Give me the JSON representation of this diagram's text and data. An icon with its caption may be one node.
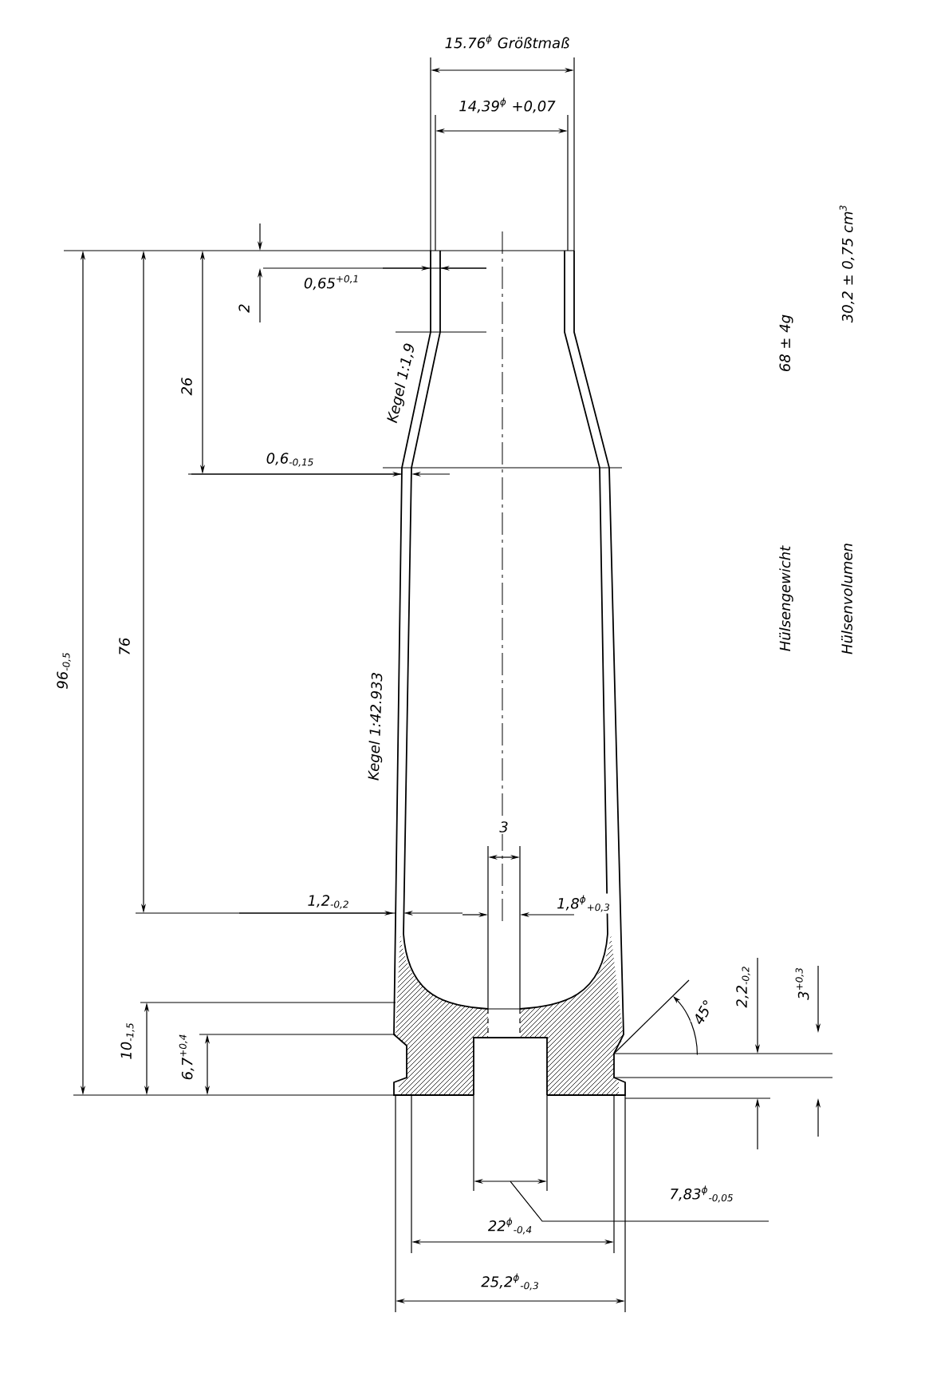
{
  "diagram": {
    "labels": [
      "15.76$^{ϕ}$ Größtmaß",
      "14,39$^{ϕ}$ +0,07",
      "2",
      "0,65$^{+0,1}$",
      "26",
      "Kegel 1:1,9",
      "0,6$_{-0,15}$",
      "96$_{-0,5}$",
      "76",
      "Kegel 1:42.933",
      "3",
      "1,2$_{-0,2}$",
      "1,8$^{ϕ}$$_{+0,3}$",
      "2,2$_{-0,2}$",
      "3$^{+0,3}$",
      "45°",
      "10$_{-1,5}$",
      "6,7$^{+0,4}$",
      "7,83$^{ϕ}$$_{-0,05}$",
      "22$^{ϕ}$$_{-0,4}$",
      "25,2$^{ϕ}$$_{-0,3}$",
      "Hülsengewicht",
      "68 ± 4g",
      "Hülsenvolumen",
      "30,2 ± 0,75 cm$^{3}$"
    ]
  }
}
